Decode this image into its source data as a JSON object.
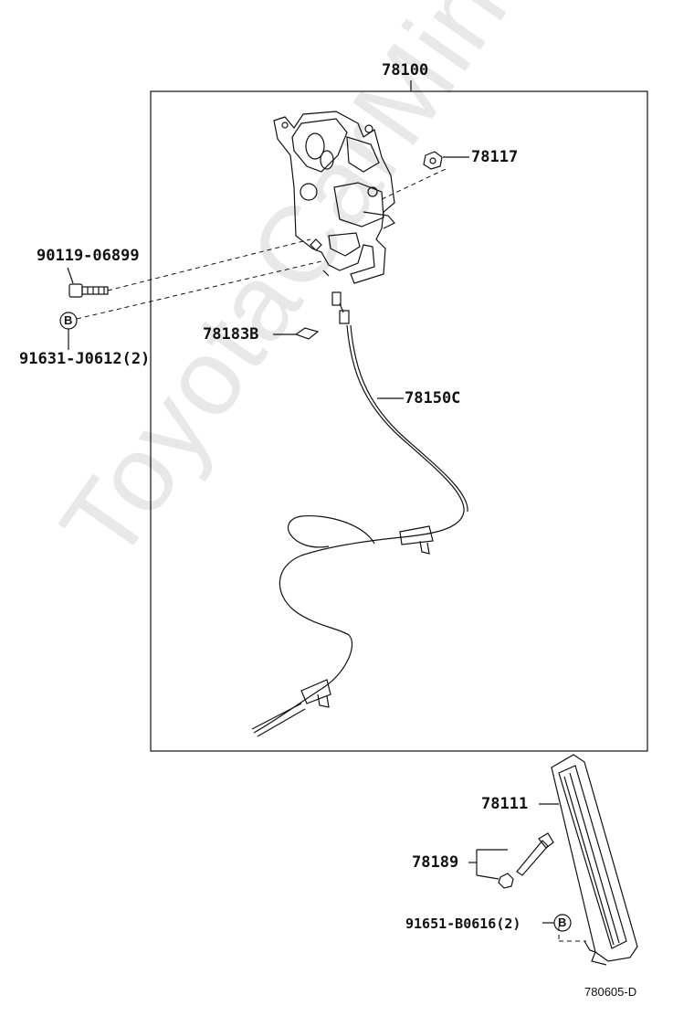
{
  "watermark": "ToyotaCarMine.ru",
  "labels": {
    "assembly": "78100",
    "nut": "78117",
    "bolt_a": "90119-06899",
    "bolt_b": "91631-J0612(2)",
    "bracket": "78183B",
    "cable": "78150C",
    "pedal": "78111",
    "pedal_kit": "78189",
    "pedal_bolt": "91651-B0616(2)",
    "diagram_code": "780605-D",
    "marker_b": "B"
  },
  "colors": {
    "line": "#111111",
    "watermark": "#e8e8e8"
  }
}
